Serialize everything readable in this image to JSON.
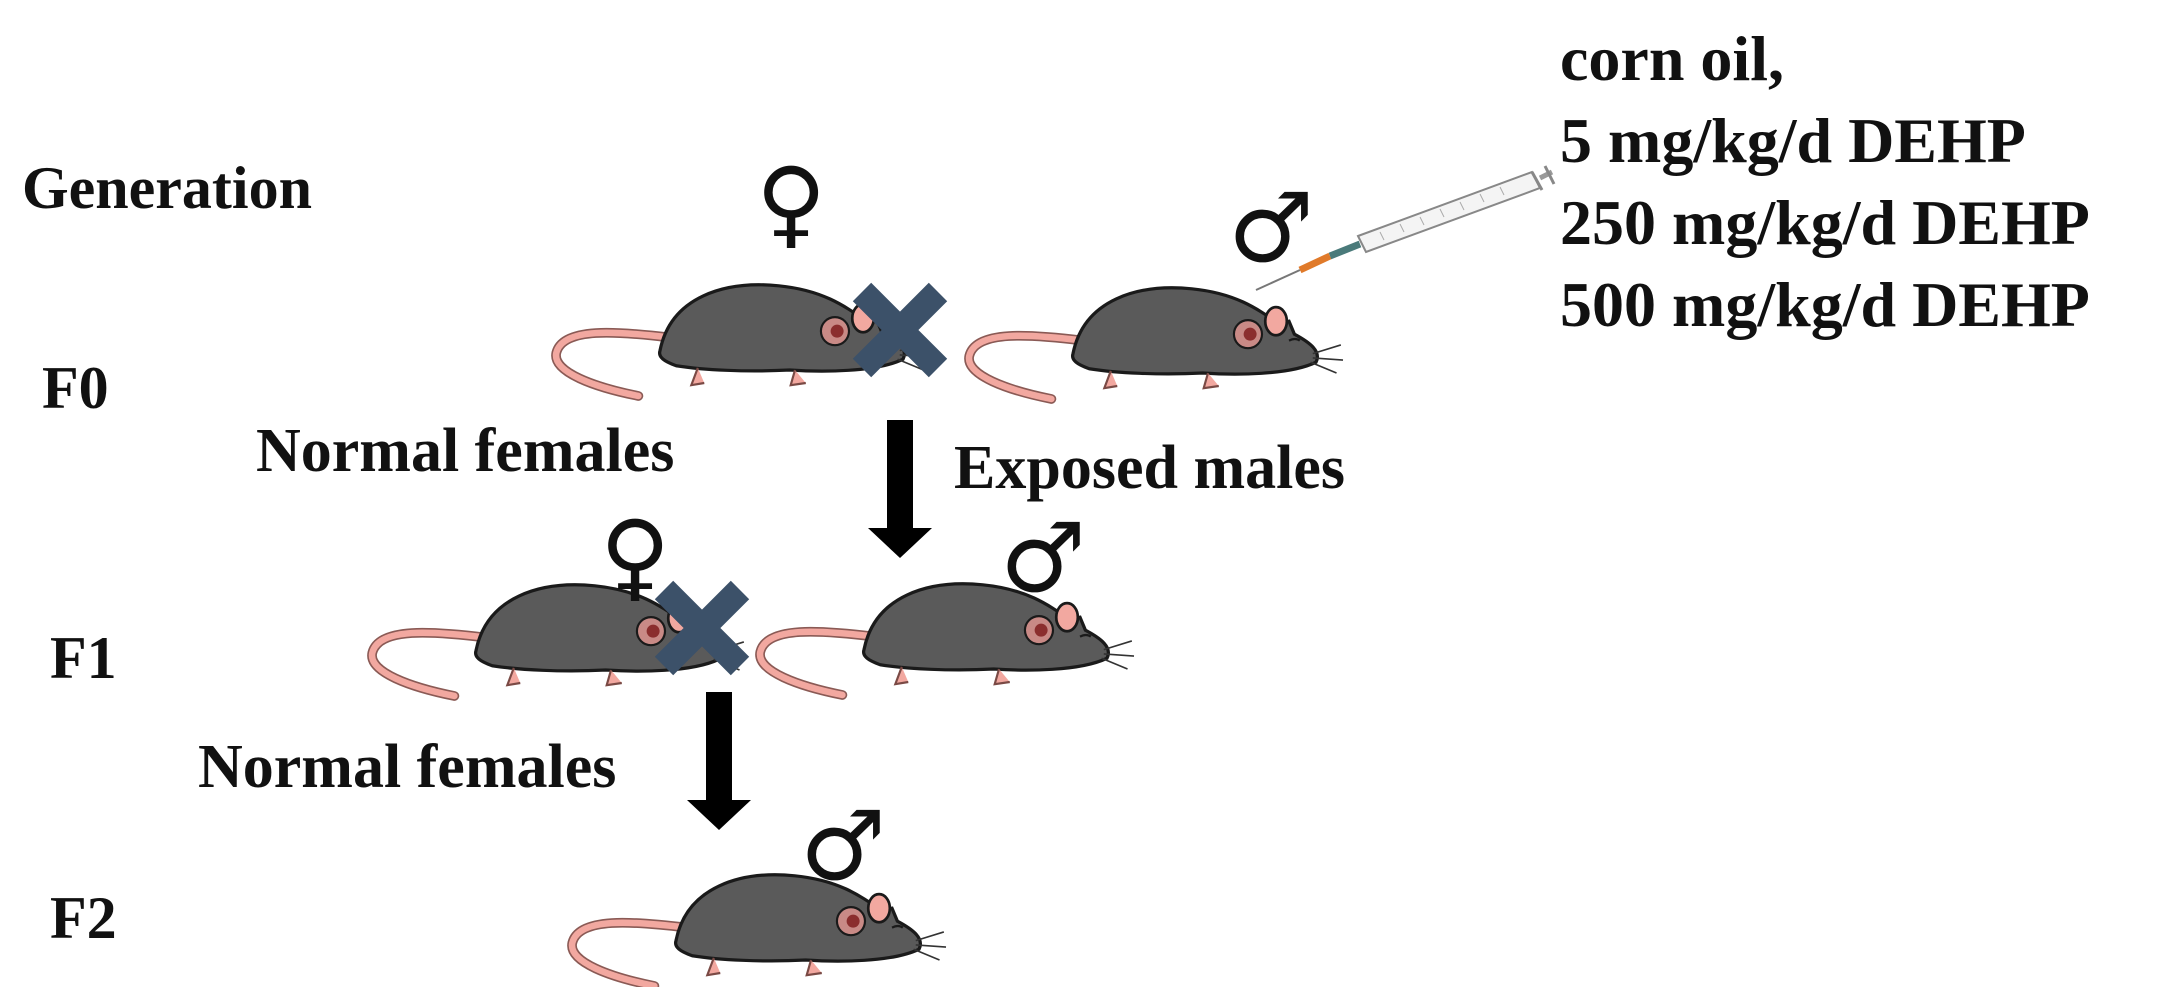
{
  "generations": {
    "header": "Generation",
    "f0": "F0",
    "f1": "F1",
    "f2": "F2"
  },
  "labels": {
    "normal_females_top": "Normal females",
    "exposed_males": "Exposed males",
    "normal_females_bottom": "Normal females"
  },
  "doses": [
    "corn oil,",
    "5 mg/kg/d DEHP",
    "250 mg/kg/d DEHP",
    "500 mg/kg/d DEHP"
  ],
  "symbols": {
    "female": "♀",
    "male": "♂"
  },
  "colors": {
    "mouse_body": "#5a5a5a",
    "mouse_tail": "#f2a8a0",
    "cross": "#3c5169",
    "arrow": "#000000",
    "syringe_needle": "#e07a2a"
  }
}
